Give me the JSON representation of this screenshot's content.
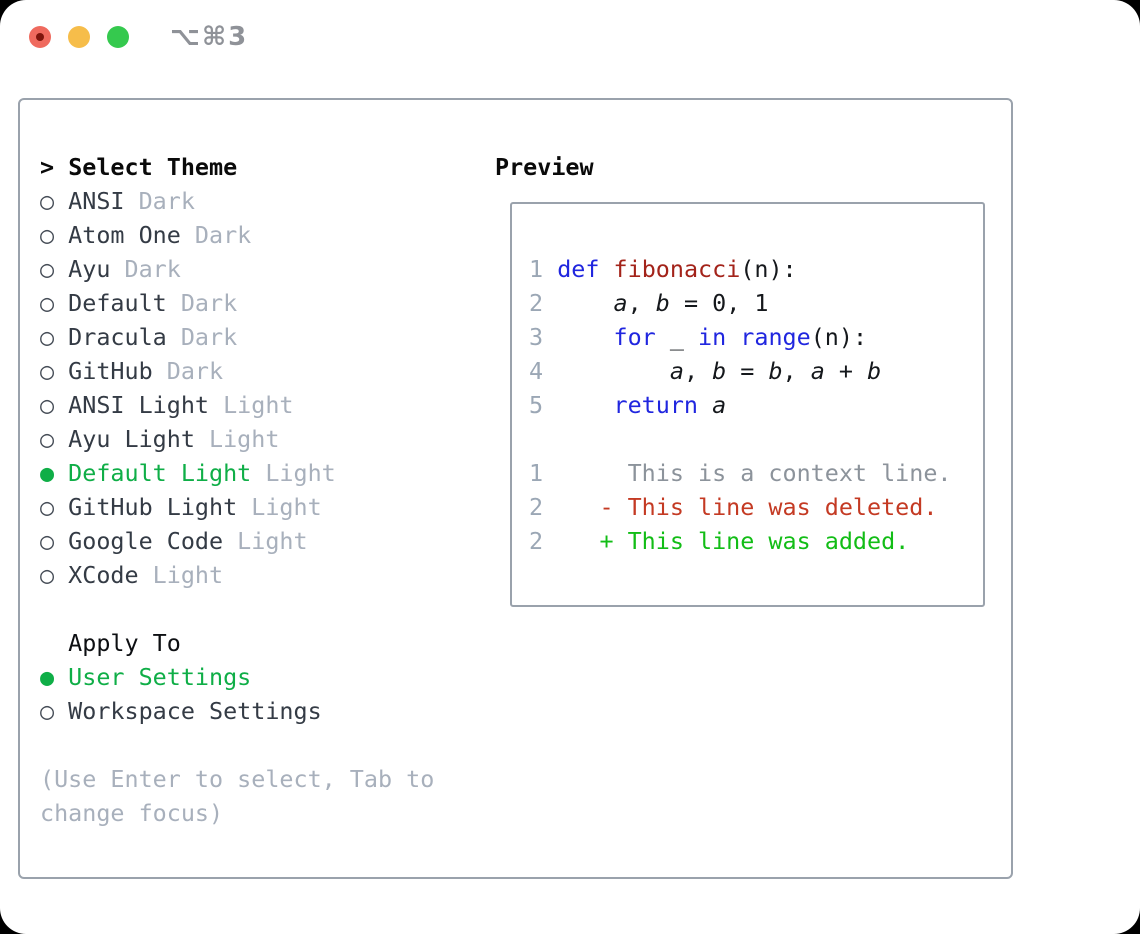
{
  "titlebar": {
    "shortcut": "⌥⌘3",
    "lights": [
      {
        "name": "close",
        "color": "#ef6a5e",
        "dot": "#7e150c"
      },
      {
        "name": "minimize",
        "color": "#f6bd4a"
      },
      {
        "name": "zoom",
        "color": "#35c94e"
      }
    ]
  },
  "markers": {
    "cursor": ">",
    "radio_off": "○",
    "radio_on": "●"
  },
  "colors": {
    "accent_green": "#0fae47",
    "added_green": "#12bd16",
    "deleted_red": "#c43a23",
    "keyword_blue": "#2026df",
    "function_red": "#a3231a",
    "muted_gray": "#a8b0bc",
    "line_number_gray": "#9ba7b5",
    "context_gray": "#8c939b",
    "border_gray": "#9aa2ac"
  },
  "theme_select": {
    "heading": "Select Theme",
    "items": [
      {
        "label": "ANSI",
        "variant": "Dark",
        "selected": false
      },
      {
        "label": "Atom One",
        "variant": "Dark",
        "selected": false
      },
      {
        "label": "Ayu",
        "variant": "Dark",
        "selected": false
      },
      {
        "label": "Default",
        "variant": "Dark",
        "selected": false
      },
      {
        "label": "Dracula",
        "variant": "Dark",
        "selected": false
      },
      {
        "label": "GitHub",
        "variant": "Dark",
        "selected": false
      },
      {
        "label": "ANSI Light",
        "variant": "Light",
        "selected": false
      },
      {
        "label": "Ayu Light",
        "variant": "Light",
        "selected": false
      },
      {
        "label": "Default Light",
        "variant": "Light",
        "selected": true
      },
      {
        "label": "GitHub Light",
        "variant": "Light",
        "selected": false
      },
      {
        "label": "Google Code",
        "variant": "Light",
        "selected": false
      },
      {
        "label": "XCode",
        "variant": "Light",
        "selected": false
      }
    ]
  },
  "apply_to": {
    "heading": "Apply To",
    "items": [
      {
        "label": "User Settings",
        "selected": true
      },
      {
        "label": "Workspace Settings",
        "selected": false
      }
    ]
  },
  "hint": "(Use Enter to select, Tab to change focus)",
  "preview": {
    "heading": "Preview",
    "lines": [
      {
        "segs": [
          [
            "1",
            "num"
          ],
          [
            " ",
            "p"
          ],
          [
            "def",
            "kw"
          ],
          [
            " ",
            "p"
          ],
          [
            "fibonacci",
            "fn"
          ],
          [
            "(n):",
            "p"
          ]
        ]
      },
      {
        "segs": [
          [
            "2",
            "num"
          ],
          [
            "     ",
            "p"
          ],
          [
            "a",
            "var"
          ],
          [
            ", ",
            "p"
          ],
          [
            "b",
            "var"
          ],
          [
            " = 0, 1",
            "p"
          ]
        ]
      },
      {
        "segs": [
          [
            "3",
            "num"
          ],
          [
            "     ",
            "p"
          ],
          [
            "for",
            "kw"
          ],
          [
            " _ ",
            "p"
          ],
          [
            "in",
            "kw"
          ],
          [
            " ",
            "p"
          ],
          [
            "range",
            "kw"
          ],
          [
            "(n):",
            "p"
          ]
        ]
      },
      {
        "segs": [
          [
            "4",
            "num"
          ],
          [
            "         ",
            "p"
          ],
          [
            "a",
            "var"
          ],
          [
            ", ",
            "p"
          ],
          [
            "b",
            "var"
          ],
          [
            " = ",
            "p"
          ],
          [
            "b",
            "var"
          ],
          [
            ", ",
            "p"
          ],
          [
            "a",
            "var"
          ],
          [
            " + ",
            "p"
          ],
          [
            "b",
            "var"
          ]
        ]
      },
      {
        "segs": [
          [
            "5",
            "num"
          ],
          [
            "     ",
            "p"
          ],
          [
            "return",
            "kw"
          ],
          [
            " ",
            "p"
          ],
          [
            "a",
            "var"
          ]
        ]
      },
      {
        "segs": []
      },
      {
        "segs": [
          [
            "1",
            "num"
          ],
          [
            "      ",
            "p"
          ],
          [
            "This is a context line.",
            "ctx"
          ]
        ]
      },
      {
        "segs": [
          [
            "2",
            "num"
          ],
          [
            "    ",
            "p"
          ],
          [
            "- This line was deleted.",
            "del"
          ]
        ]
      },
      {
        "segs": [
          [
            "2",
            "num"
          ],
          [
            "    ",
            "p"
          ],
          [
            "+ This line was added.",
            "add"
          ]
        ]
      }
    ]
  }
}
